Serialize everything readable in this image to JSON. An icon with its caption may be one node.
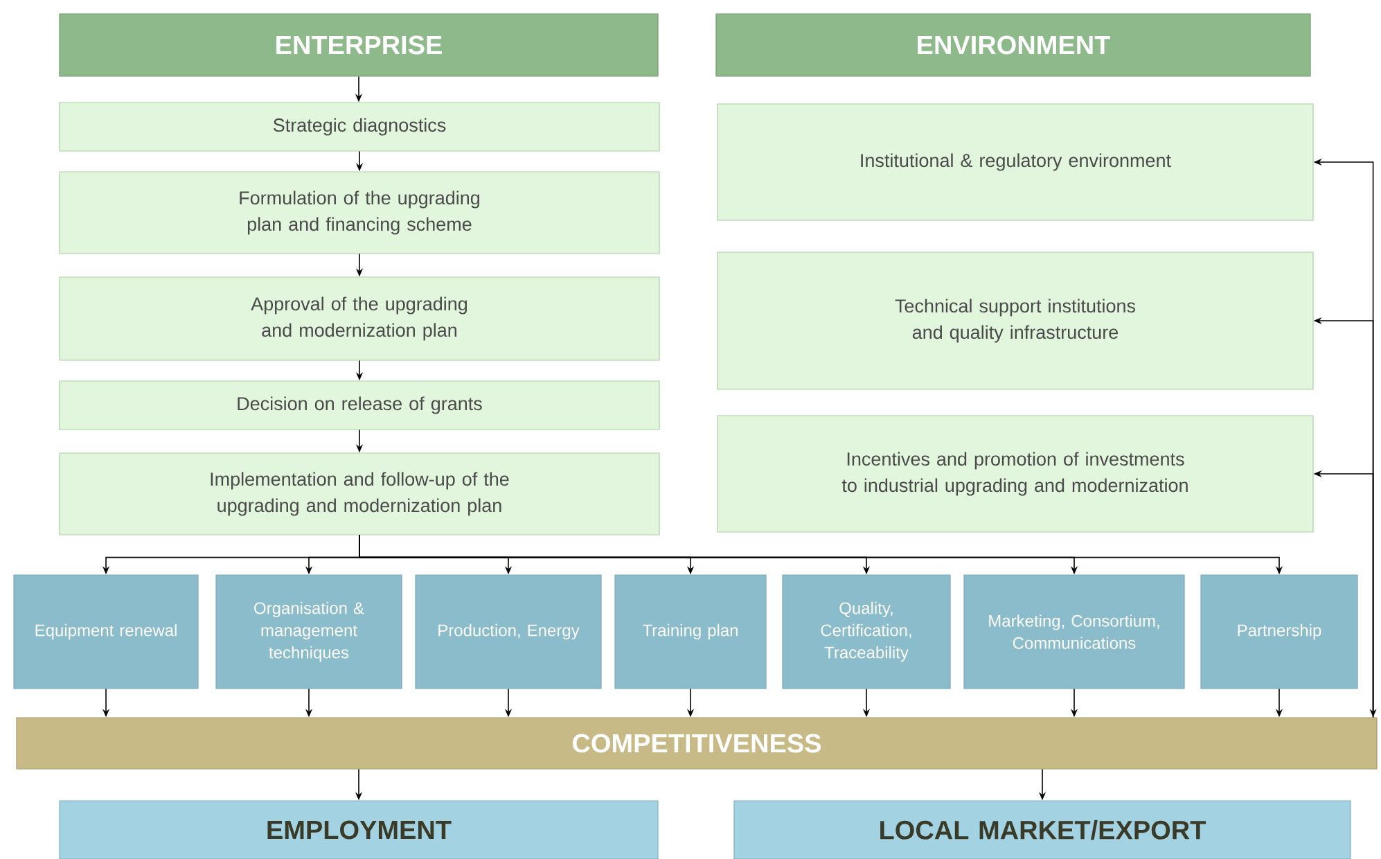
{
  "diagram": {
    "nodes": [
      {
        "text": [
          "ENTERPRISE"
        ]
      },
      {
        "text": [
          "ENVIRONMENT"
        ]
      },
      {
        "text": [
          "Strategic diagnostics"
        ]
      },
      {
        "text": [
          "Formulation of the upgrading plan and financing scheme"
        ]
      },
      {
        "text": [
          "Approval of the upgrading and modernization plan"
        ]
      },
      {
        "text": [
          "Decision on release of grants"
        ]
      },
      {
        "text": [
          "Implementation and follow-up of the upgrading and modernization plan"
        ]
      },
      {
        "text": [
          "Institutional & regulatory environment"
        ]
      },
      {
        "text": [
          "Technical support institutions and quality infrastructure"
        ]
      },
      {
        "text": [
          "Incentives and promotion of investments to industrial upgrading and modernization"
        ]
      },
      {
        "text": [
          "Equipment renewal"
        ]
      },
      {
        "text": [
          "Organisation & management techniques"
        ]
      },
      {
        "text": [
          "Production, Energy"
        ]
      },
      {
        "text": [
          "Training plan"
        ]
      },
      {
        "text": [
          "Quality, Certification, Traceability"
        ]
      },
      {
        "text": [
          "Marketing, Consortium, Communications"
        ]
      },
      {
        "text": [
          "Partnership"
        ]
      },
      {
        "text": [
          "COMPETITIVENESS"
        ]
      },
      {
        "text": [
          "EMPLOYMENT"
        ]
      },
      {
        "text": [
          "LOCAL MARKET/EXPORT"
        ]
      }
    ],
    "edges": [
      {
        "from": 0,
        "to": 2,
        "arrow": "to"
      },
      {
        "from": 2,
        "to": 3,
        "arrow": "to"
      },
      {
        "from": 3,
        "to": 4,
        "arrow": "to"
      },
      {
        "from": 4,
        "to": 5,
        "arrow": "to"
      },
      {
        "from": 5,
        "to": 6,
        "arrow": "to"
      },
      {
        "from": 6,
        "to": 10,
        "arrow": "to"
      },
      {
        "from": 6,
        "to": 11,
        "arrow": "to"
      },
      {
        "from": 6,
        "to": 12,
        "arrow": "to"
      },
      {
        "from": 6,
        "to": 13,
        "arrow": "to"
      },
      {
        "from": 6,
        "to": 14,
        "arrow": "to"
      },
      {
        "from": 6,
        "to": 15,
        "arrow": "to"
      },
      {
        "from": 6,
        "to": 16,
        "arrow": "to"
      },
      {
        "from": 10,
        "to": 17,
        "arrow": "to"
      },
      {
        "from": 11,
        "to": 17,
        "arrow": "to"
      },
      {
        "from": 12,
        "to": 17,
        "arrow": "to"
      },
      {
        "from": 13,
        "to": 17,
        "arrow": "to"
      },
      {
        "from": 14,
        "to": 17,
        "arrow": "to"
      },
      {
        "from": 15,
        "to": 17,
        "arrow": "to"
      },
      {
        "from": 16,
        "to": 17,
        "arrow": "to"
      },
      {
        "from": 17,
        "to": 18,
        "arrow": "to"
      },
      {
        "from": 17,
        "to": 19,
        "arrow": "to"
      },
      {
        "from": 7,
        "to": 17,
        "arrow": "both"
      },
      {
        "from": 17,
        "to": 8,
        "arrow": "to"
      },
      {
        "from": 17,
        "to": 9,
        "arrow": "to"
      }
    ]
  }
}
